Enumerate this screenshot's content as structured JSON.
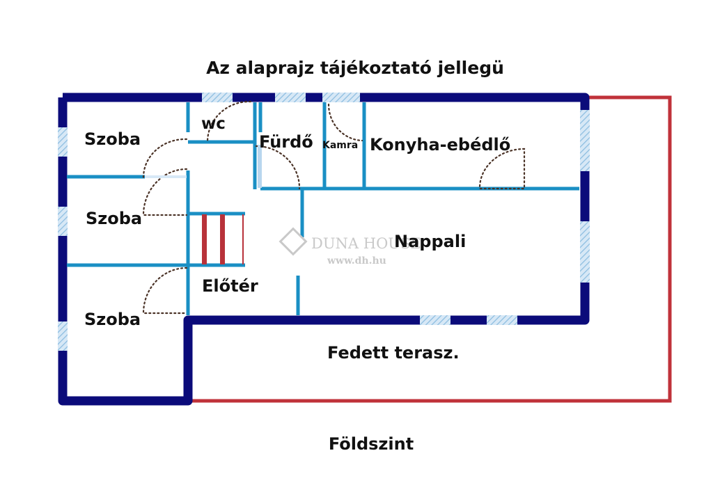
{
  "header": {
    "title": "Az alaprajz tájékoztató jellegü"
  },
  "footer": {
    "level": "Földszint"
  },
  "rooms": {
    "szoba_1": "Szoba",
    "szoba_2": "Szoba",
    "szoba_3": "Szoba",
    "wc": "wc",
    "furdo": "Fürdő",
    "kamra": "Kamra",
    "konyha": "Konyha-ebédlő",
    "nappali": "Nappali",
    "eloter": "Előtér",
    "terasz": "Fedett terasz."
  },
  "watermark": {
    "brand": "DUNA HOUSE",
    "url": "www.dh.hu"
  },
  "colors": {
    "outer_wall": "#0b0b7a",
    "inner_wall": "#1a8fc4",
    "terrace_outline": "#c0323a",
    "stair": "#b8323a",
    "door_swing": "#4a3226",
    "window_fill": "#b8d6ee"
  }
}
